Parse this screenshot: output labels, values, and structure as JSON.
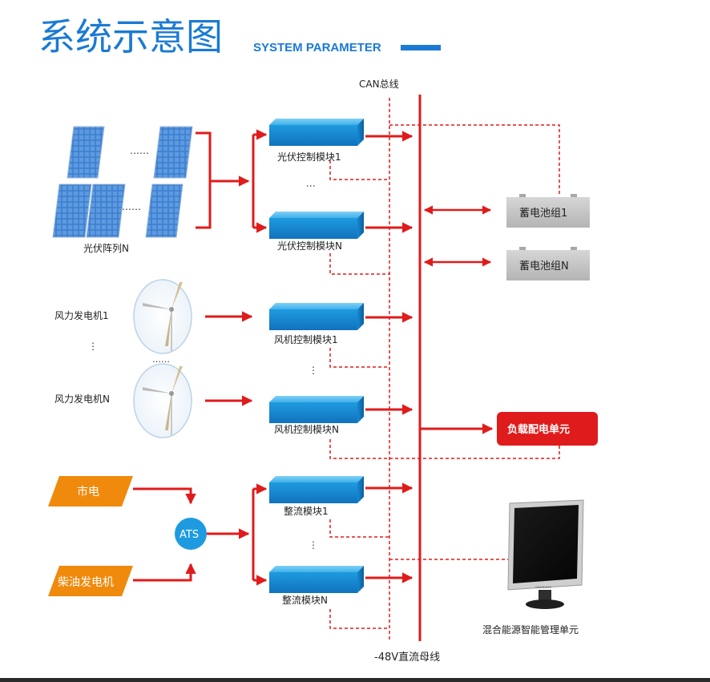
{
  "header": {
    "title": "系统示意图",
    "subtitle": "SYSTEM PARAMETER"
  },
  "bus": {
    "can_label": "CAN总线",
    "dc_label": "-48V直流母线"
  },
  "pv": {
    "array_label": "光伏阵列N",
    "module_1": "光伏控制模块1",
    "module_n": "光伏控制模块N"
  },
  "battery": {
    "group_1": "蓄电池组1",
    "group_n": "蓄电池组N"
  },
  "wind": {
    "gen_1": "风力发电机1",
    "gen_n": "风力发电机N",
    "module_1": "风机控制模块1",
    "module_n": "风机控制模块N"
  },
  "load": {
    "label": "负载配电单元"
  },
  "ac": {
    "grid_label": "市电",
    "diesel_label": "柴油发电机",
    "ats_label": "ATS",
    "rect_1": "整流模块1",
    "rect_n": "整流模块N"
  },
  "manager": {
    "label": "混合能源智能管理单元",
    "brand": "SAMSUNG"
  },
  "colors": {
    "title_blue": "#1a7ad4",
    "red": "#e01b1b",
    "module_blue": "#1e9be0",
    "orange": "#f08a0c",
    "battery_gray": "#c8c8c8"
  }
}
